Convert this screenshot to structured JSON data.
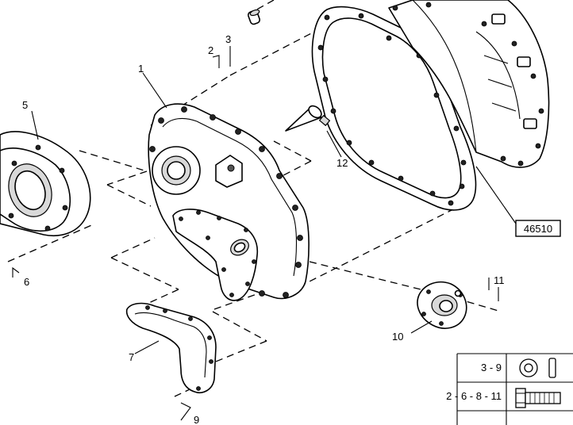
{
  "callouts": {
    "c1": "1",
    "c2": "2",
    "c3": "3",
    "c5": "5",
    "c6": "6",
    "c7": "7",
    "c9": "9",
    "c10": "10",
    "c11": "11",
    "c12": "12"
  },
  "ref_box": "46510",
  "table": {
    "row1_label": "3 - 9",
    "row1_icon": "washer-icon",
    "row2_label": "2 - 6 - 8 - 11",
    "row2_icon": "bolt-icon"
  }
}
